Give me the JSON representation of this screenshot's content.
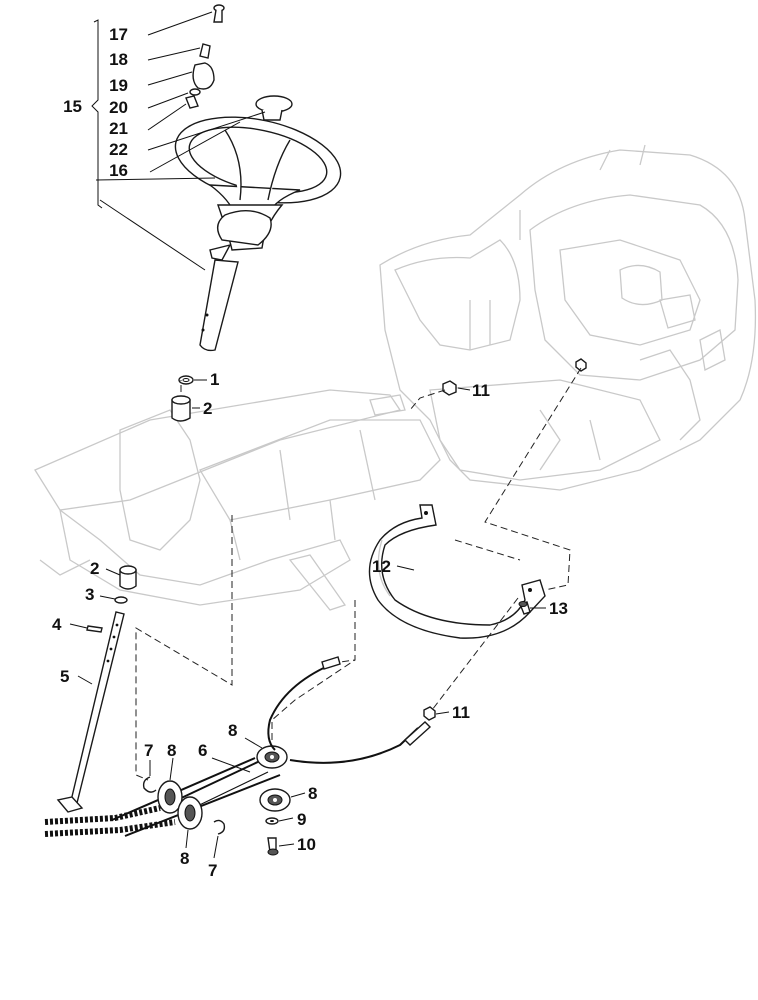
{
  "callouts": {
    "c1": "1",
    "c2a": "2",
    "c2b": "2",
    "c3": "3",
    "c4": "4",
    "c5": "5",
    "c6": "6",
    "c7a": "7",
    "c7b": "7",
    "c8a": "8",
    "c8b": "8",
    "c8c": "8",
    "c8d": "8",
    "c9": "9",
    "c10": "10",
    "c11a": "11",
    "c11b": "11",
    "c12": "12",
    "c13": "13",
    "c15": "15",
    "c16": "16",
    "c17": "17",
    "c18": "18",
    "c19": "19",
    "c20": "20",
    "c21": "21",
    "c22": "22"
  },
  "colors": {
    "ink": "#1a1a1a",
    "ghost": "#c9c9c9",
    "background": "#ffffff"
  },
  "parts": [
    "steering-wheel",
    "steering-column",
    "bushing",
    "circlip",
    "spring-pin",
    "steering-shaft",
    "chain",
    "pulley",
    "washer",
    "bolt",
    "nut",
    "bracket-strap",
    "screw",
    "cap",
    "pin",
    "knob",
    "clip",
    "hub-cover"
  ]
}
